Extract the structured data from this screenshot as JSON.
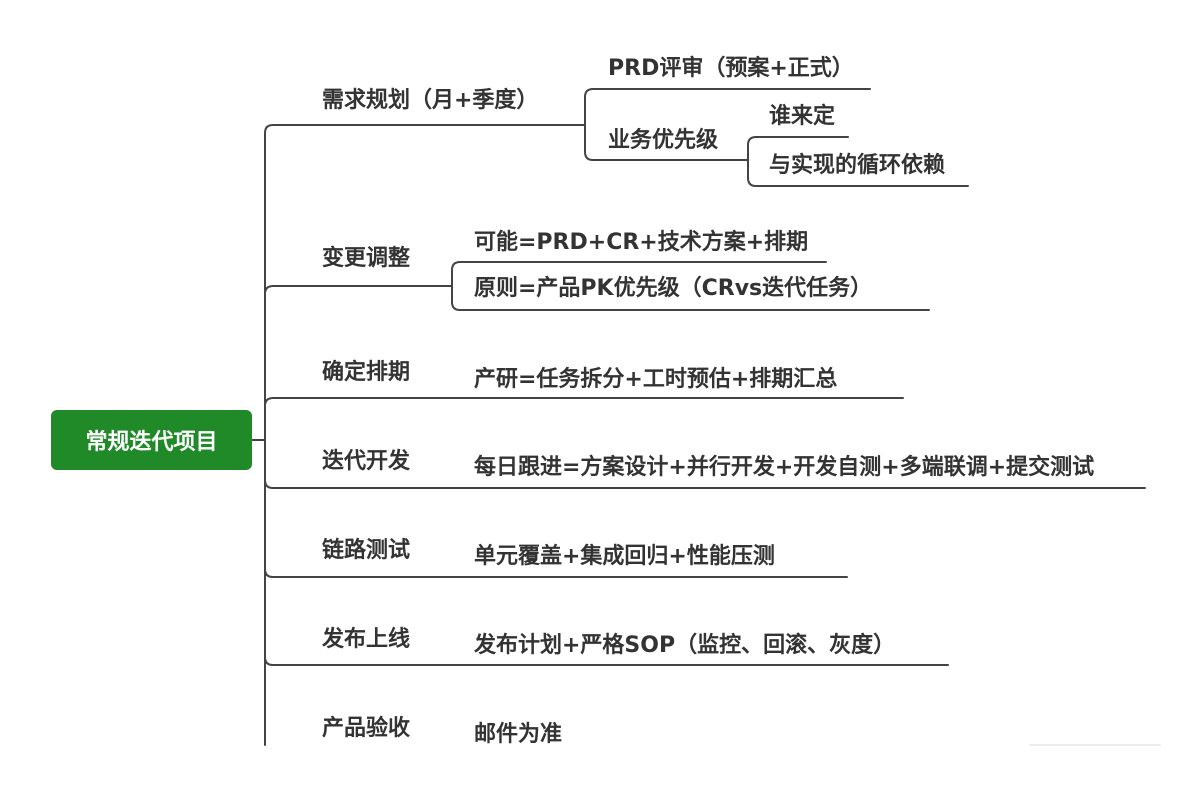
{
  "colors": {
    "root_fill": "#1f8a27",
    "line": "#444444",
    "text": "#333333"
  },
  "root": "常规迭代项目",
  "branches": [
    {
      "label": "需求规划（月+季度）",
      "children": [
        {
          "label": "PRD评审（预案+正式）"
        },
        {
          "label": "业务优先级",
          "children": [
            {
              "label": "谁来定"
            },
            {
              "label": "与实现的循环依赖"
            }
          ]
        }
      ]
    },
    {
      "label": "变更调整",
      "children": [
        {
          "label": "可能=PRD+CR+技术方案+排期"
        },
        {
          "label": "原则=产品PK优先级（CRvs迭代任务）"
        }
      ]
    },
    {
      "label": "确定排期",
      "children": [
        {
          "label": "产研=任务拆分+工时预估+排期汇总"
        }
      ]
    },
    {
      "label": "迭代开发",
      "children": [
        {
          "label": "每日跟进=方案设计+并行开发+开发自测+多端联调+提交测试"
        }
      ]
    },
    {
      "label": "链路测试",
      "children": [
        {
          "label": "单元覆盖+集成回归+性能压测"
        }
      ]
    },
    {
      "label": "发布上线",
      "children": [
        {
          "label": "发布计划+严格SOP（监控、回滚、灰度）"
        }
      ]
    },
    {
      "label": "产品验收",
      "children": [
        {
          "label": "邮件为准"
        }
      ]
    }
  ]
}
